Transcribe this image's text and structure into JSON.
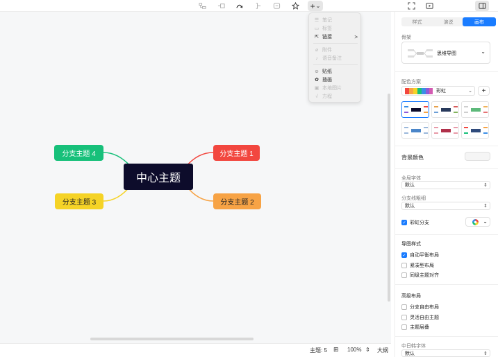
{
  "toolbar": {
    "icons": [
      "subtopic-icon",
      "sibling-topic-icon",
      "relation-icon",
      "summary-icon",
      "boundary-icon",
      "star-icon",
      "add-icon",
      "fullscreen-icon",
      "present-icon",
      "sidebar-toggle-icon"
    ],
    "plus_label": "+",
    "plus_chevron": "⌄"
  },
  "insert_menu": {
    "items": [
      {
        "label": "笔记",
        "enabled": false
      },
      {
        "label": "标签",
        "enabled": false
      },
      {
        "label": "链接",
        "enabled": true,
        "submenu": ">"
      },
      {
        "label": "附件",
        "enabled": false
      },
      {
        "label": "语音备注",
        "enabled": false
      },
      {
        "label": "贴纸",
        "enabled": true
      },
      {
        "label": "插画",
        "enabled": true
      },
      {
        "label": "本地图片",
        "enabled": false
      },
      {
        "label": "方程",
        "enabled": false
      }
    ]
  },
  "mindmap": {
    "center": "中心主题",
    "branches": [
      {
        "label": "分支主题 1",
        "color": "#f2473f"
      },
      {
        "label": "分支主题 2",
        "color": "#f7a345"
      },
      {
        "label": "分支主题 3",
        "color": "#f5d326"
      },
      {
        "label": "分支主题 4",
        "color": "#17c07a"
      }
    ]
  },
  "statusbar": {
    "topics": "主题: 5",
    "zoom": "100%",
    "outline": "大纲"
  },
  "panel": {
    "tabs": [
      "样式",
      "演说",
      "画布"
    ],
    "active_tab": "画布",
    "skeleton_label": "骨架",
    "skeleton_value": "思维导图",
    "palette_label": "配色方案",
    "palette_value": "彩虹",
    "palette_add": "+",
    "bg_label": "背景颜色",
    "global_font_label": "全局字体",
    "global_font_value": "默认",
    "branch_line_label": "分支线粗细",
    "branch_line_value": "默认",
    "rainbow_branch": "彩虹分支",
    "map_style_label": "导图样式",
    "auto_balance": "自动平衡布局",
    "compact": "紧凑型布局",
    "align_same_level": "同级主题对齐",
    "advanced_label": "高级布局",
    "free_branch": "分支自由布局",
    "free_topic": "灵活自由主题",
    "overlap": "主题层叠",
    "cjk_font_label": "中日韩字体",
    "cjk_font_value": "默认"
  },
  "colors": {
    "accent": "#1a7cff",
    "center_bg": "#0d0c2b"
  }
}
